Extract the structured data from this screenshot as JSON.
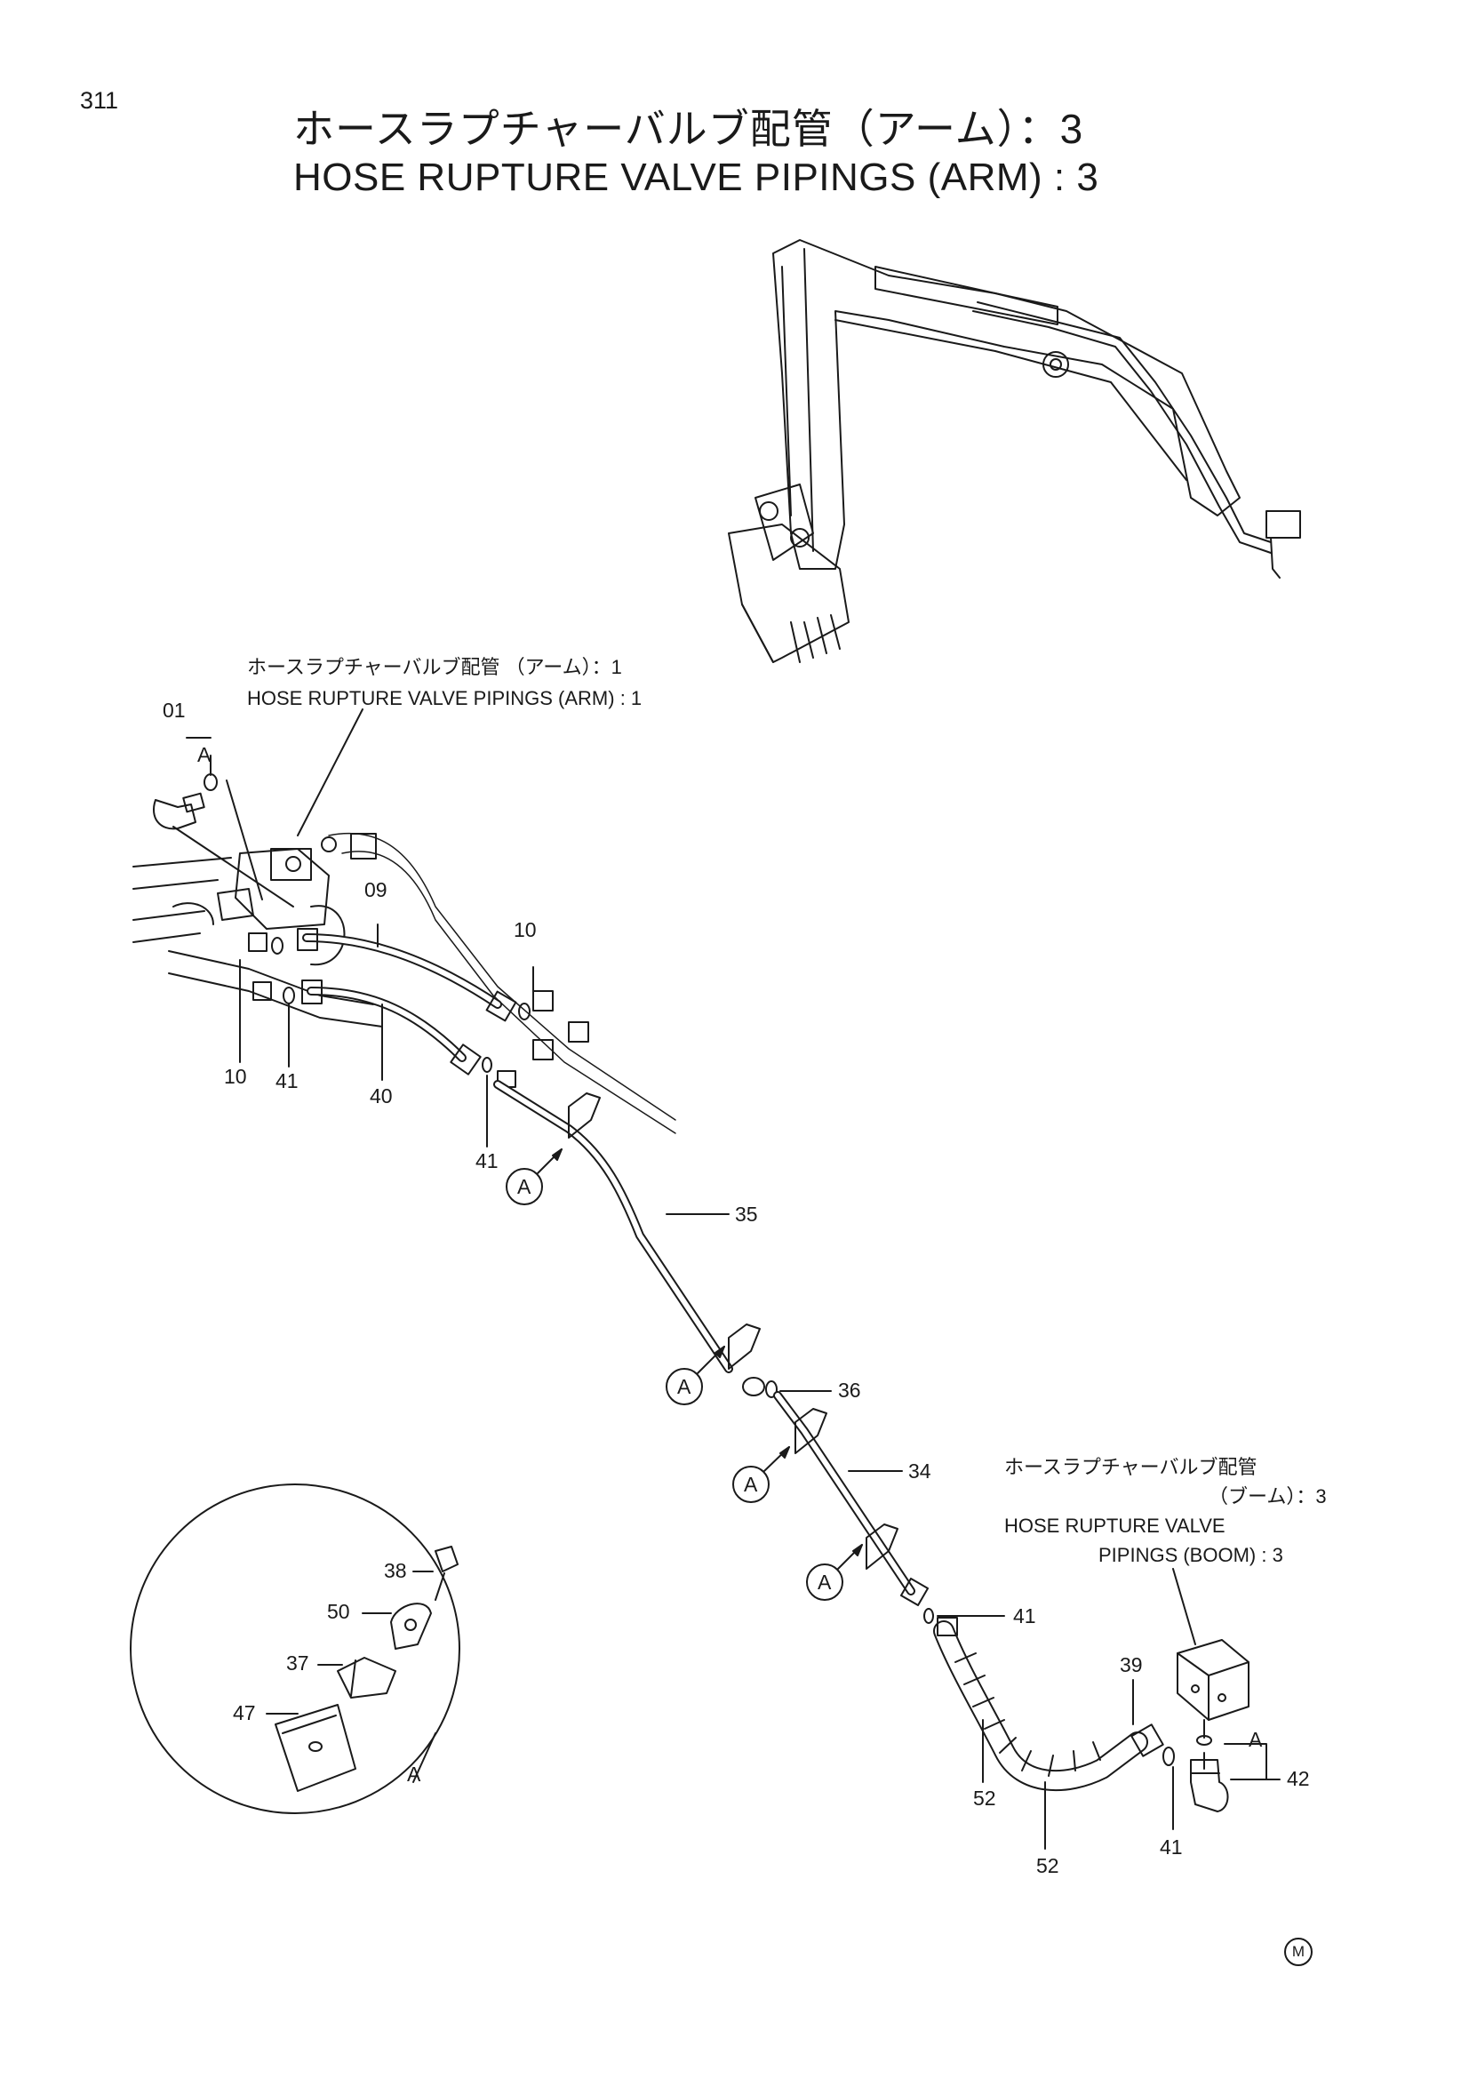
{
  "page_number": "311",
  "title_jp": "ホースラプチャーバルブ配管（アーム）：3",
  "title_en": "HOSE  RUPTURE  VALVE  PIPINGS (ARM) : 3",
  "xref_arm": {
    "jp": "ホースラプチャーバルブ配管 （アーム）：1",
    "en": "HOSE RUPTURE  VALVE  PIPINGS (ARM) : 1"
  },
  "xref_boom": {
    "jp1": "ホースラプチャーバルブ配管",
    "jp2": "（ブーム）：3",
    "en1": "HOSE RUPTURE  VALVE",
    "en2": "PIPINGS (BOOM) : 3"
  },
  "part_numbers": {
    "p01": "01",
    "p09": "09",
    "p10a": "10",
    "p10b": "10",
    "p41a": "41",
    "p41b": "41",
    "p41c": "41",
    "p41d": "41",
    "p40": "40",
    "p35": "35",
    "p36": "36",
    "p34": "34",
    "p39": "39",
    "p52a": "52",
    "p52b": "52",
    "p42": "42",
    "p38": "38",
    "p50": "50",
    "p37": "37",
    "p47": "47"
  },
  "detail_ref": "A",
  "mark": "M"
}
